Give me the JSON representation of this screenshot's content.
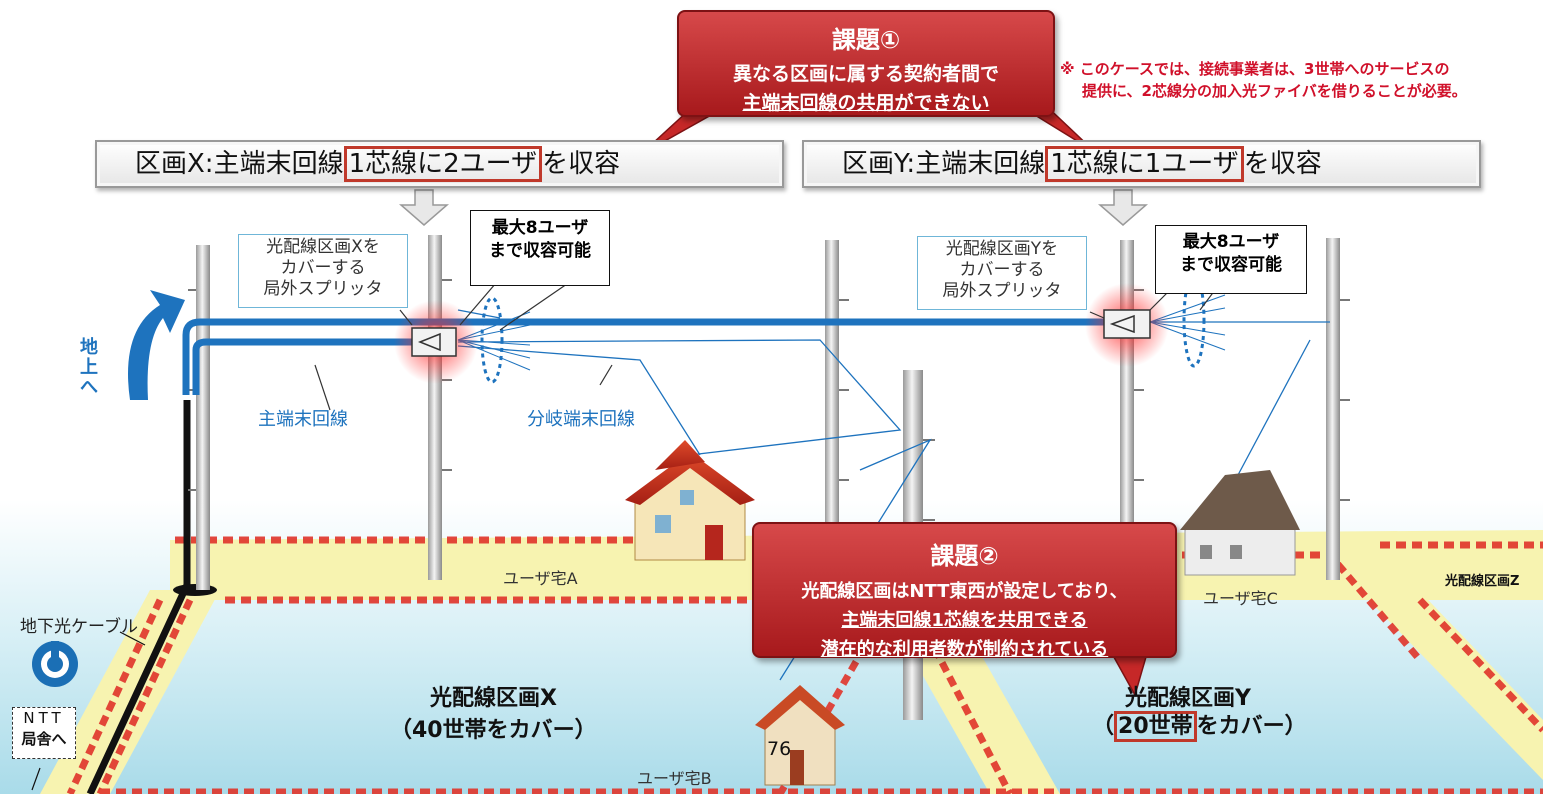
{
  "issue1": {
    "title": "課題①",
    "line1": "異なる区画に属する契約者間で",
    "line2": "主端末回線の共用ができない"
  },
  "note_top": {
    "line1": "※ このケースでは、接続事業者は、3世帯へのサービスの",
    "line2": "提供に、2芯線分の加入光ファイバを借りることが必要。"
  },
  "banner_x": {
    "prefix": "区画X:主端末回線",
    "highlight": "1芯線に2ユーザ",
    "suffix": "を収容"
  },
  "banner_y": {
    "prefix": "区画Y:主端末回線",
    "highlight": "1芯線に1ユーザ",
    "suffix": "を収容"
  },
  "capacity_note_x": {
    "line1": "最大8ユーザ",
    "line2": "まで収容可能"
  },
  "capacity_note_y": {
    "line1": "最大8ユーザ",
    "line2": "まで収容可能"
  },
  "splitter_label_x": {
    "line1": "光配線区画Xを",
    "line2": "カバーする",
    "line3": "局外スプリッタ"
  },
  "splitter_label_y": {
    "line1": "光配線区画Yを",
    "line2": "カバーする",
    "line3": "局外スプリッタ"
  },
  "labels": {
    "to_ground": "地上へ",
    "main_line": "主端末回線",
    "branch_line": "分岐端末回線",
    "user_a": "ユーザ宅A",
    "user_b": "ユーザ宅B",
    "user_c": "ユーザ宅C",
    "underground_cable": "地下光ケーブル",
    "ntt_line1": "NTT",
    "ntt_line2": "局舎へ",
    "page_number": "76",
    "zone_z": "光配線区画Z"
  },
  "zone_x": {
    "name": "光配線区画X",
    "cover": "（40世帯をカバー）"
  },
  "zone_y": {
    "name": "光配線区画Y",
    "cover_open": "（",
    "cover_hl": "20世帯",
    "cover_rest": "をカバー）"
  },
  "issue2": {
    "title": "課題②",
    "line1": "光配線区画はNTT東西が設定しており、",
    "line2": "主端末回線1芯線を共用できる",
    "line3": "潜在的な利用者数が制約されている"
  },
  "colors": {
    "callout_red": "#b22222",
    "cable_blue": "#1e73be",
    "zone_border_red": "#e0342a",
    "road_yellow": "#f7f3b0",
    "ground_blue": "#bfe6f0"
  }
}
